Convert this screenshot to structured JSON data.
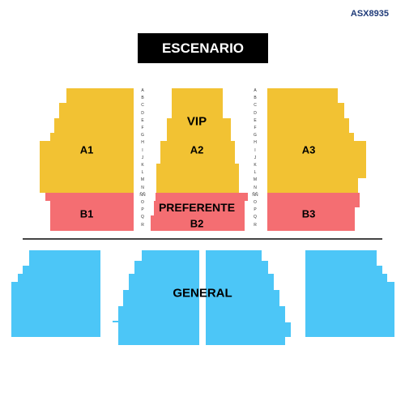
{
  "code": "ASX8935",
  "stage": "ESCENARIO",
  "colors": {
    "gold": "#f2c233",
    "red": "#f46e72",
    "blue": "#4cc6f7"
  },
  "sections": {
    "a1": "A1",
    "a2": "A2",
    "a3": "A3",
    "vip": "VIP",
    "b1": "B1",
    "b2": "B2",
    "b3": "B3",
    "preferente": "PREFERENTE",
    "general": "GENERAL"
  },
  "rows": [
    "A",
    "B",
    "C",
    "D",
    "E",
    "F",
    "G",
    "H",
    "I",
    "J",
    "K",
    "L",
    "M",
    "N",
    "ÑÑ",
    "O",
    "P",
    "Q",
    "R"
  ]
}
